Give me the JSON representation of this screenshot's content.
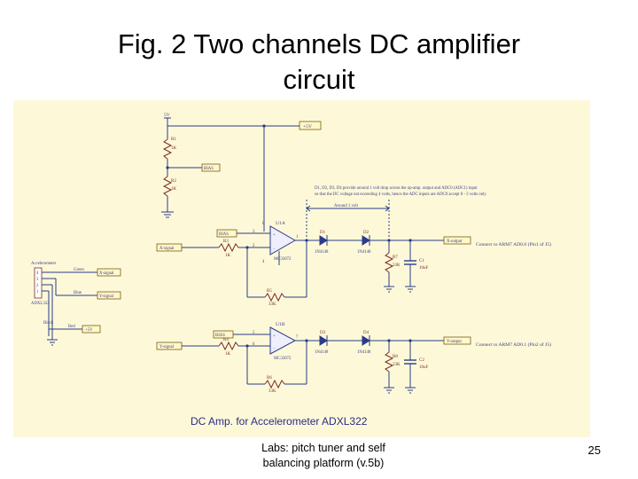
{
  "slide": {
    "title_line1": "Fig. 2 Two channels DC amplifier",
    "title_line2": "circuit",
    "footer_line1": "Labs: pitch tuner and self",
    "footer_line2": "balancing platform (v.5b)",
    "page_number": "25"
  },
  "schematic": {
    "supply_5v": "5V",
    "net_plus5v": "+5V",
    "r1": "R1",
    "r1_val": "1K",
    "r2": "R2",
    "r2_val": "1K",
    "net_bias": "BIAS",
    "note": "D1, D2, D3, D4 provide around 1 volt drop across the op-amp. output and ADC0 (ADC1) input",
    "note2": "so that the DC voltage not exceeding 4 volts, hence the ADC inputs are ADC0 accept 0 - 3 volts only",
    "around_1v": "Around 1 volt",
    "u1a": "U1A",
    "u1b": "U1B",
    "opamp_part": "MC33072",
    "r3": "R3",
    "r3_val": "1K",
    "r4": "R4",
    "r4_val": "1K",
    "r5": "R5",
    "r5_val": "33K",
    "r6": "R6",
    "r6_val": "33K",
    "r7": "R7",
    "r7_val": "33K",
    "r8": "R8",
    "r8_val": "33K",
    "d1": "D1",
    "d2": "D2",
    "d3": "D3",
    "d4": "D4",
    "diode_part": "1N4148",
    "c1": "C1",
    "c2": "C2",
    "cap_val": "10uF",
    "xsignal": "X-signal",
    "ysignal": "Y-signal",
    "xoutput": "X-output",
    "youtput": "Y-output",
    "connect_x": "Connect to ARM7 AD0.0 (Pin1 of J5)",
    "connect_y": "Connect to ARM7 AD0.1 (Pin2 of J5)",
    "accel_label": "Accelerometer",
    "accel_part": "ADXL322",
    "green": "Green",
    "blue": "Blue",
    "black": "Black",
    "red": "Red",
    "pin3": "3",
    "pin2": "2",
    "pin1": "1",
    "pin5": "5",
    "pin6": "6",
    "pin7": "7",
    "pin8": "8",
    "pin4": "4",
    "drawing_title": "DC Amp. for Accelerometer ADXL322"
  }
}
